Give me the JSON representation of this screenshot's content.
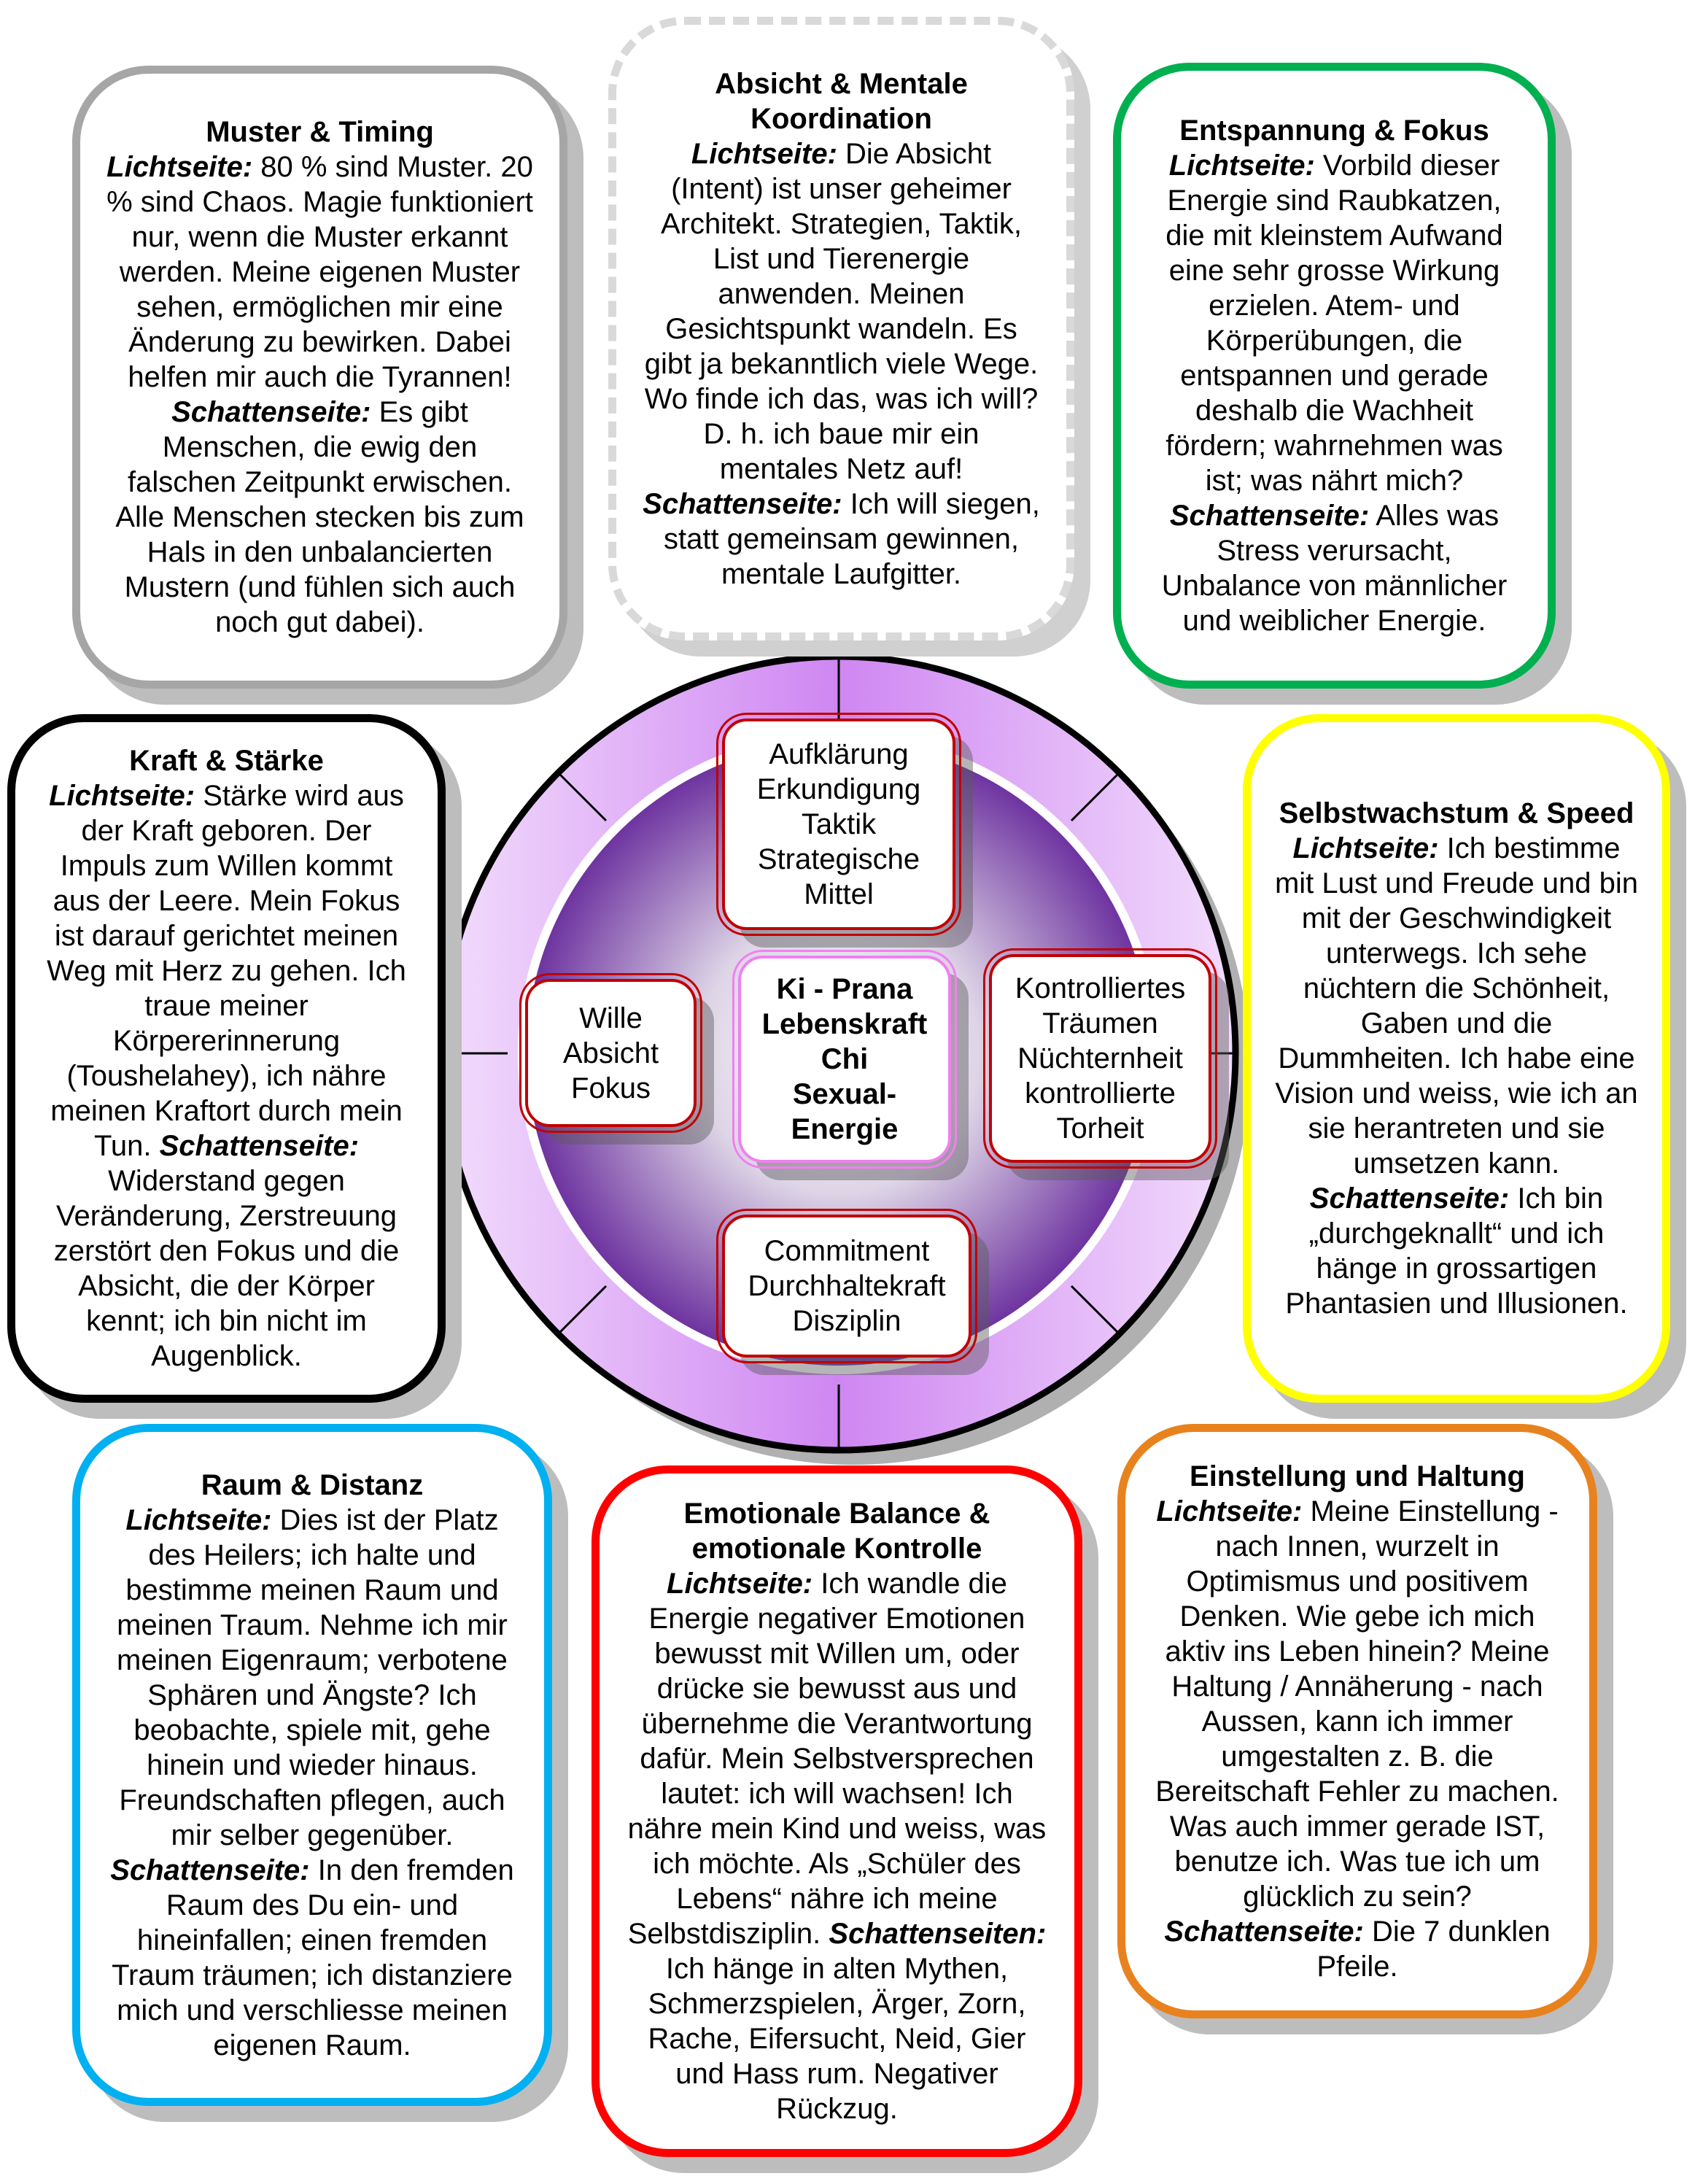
{
  "boxes": {
    "muster": {
      "title": "Muster & Timing",
      "light_label": "Lichtseite:",
      "light_text": " 80 % sind Muster. 20 % sind Chaos. Magie funktioniert nur, wenn die Muster erkannt werden. Meine eigenen Muster sehen, ermöglichen mir eine Änderung zu bewirken. Dabei helfen mir auch die Tyrannen! ",
      "shadow_label": "Schattenseite:",
      "shadow_text": " Es gibt Menschen, die ewig den falschen Zeitpunkt erwischen. Alle Menschen stecken bis zum Hals in den unbalancierten Mustern (und fühlen sich auch noch gut dabei).",
      "color": "#a6a6a6"
    },
    "absicht": {
      "title": "Absicht & Mentale Koordination",
      "light_label": "Lichtseite:",
      "light_text": " Die Absicht (Intent) ist unser geheimer Architekt. Strategien, Taktik, List und Tierenergie anwenden. Meinen Gesichtspunkt wandeln. Es gibt ja bekanntlich viele Wege. Wo finde ich das, was ich will? D. h. ich baue mir ein mentales Netz auf! ",
      "shadow_label": "Schattenseite:",
      "shadow_text": " Ich will siegen, statt gemeinsam gewinnen, mentale Laufgitter.",
      "color": "#d9d9d9"
    },
    "entspannung": {
      "title": "Entspannung & Fokus",
      "light_label": "Lichtseite:",
      "light_text": " Vorbild dieser Energie sind Raubkatzen, die mit kleinstem Aufwand eine sehr grosse Wirkung erzielen. Atem- und Körperübungen, die entspannen und gerade deshalb die Wachheit fördern; wahrnehmen was ist; was nährt mich? ",
      "shadow_label": "Schattenseite:",
      "shadow_text": " Alles was Stress verursacht, Unbalance von männlicher und weiblicher Energie.",
      "color": "#00b050"
    },
    "kraft": {
      "title": "Kraft & Stärke",
      "light_label": "Lichtseite:",
      "light_text": " Stärke wird aus der Kraft geboren. Der Impuls zum Willen kommt aus der Leere. Mein Fokus ist darauf gerichtet meinen Weg mit Herz zu gehen. Ich traue meiner Körpererinnerung (Toushelahey), ich nähre meinen Kraftort durch mein Tun. ",
      "shadow_label": "Schattenseite:",
      "shadow_text": " Widerstand gegen Veränderung, Zerstreuung zerstört den Fokus und die Absicht, die der Körper kennt; ich bin nicht im Augenblick.",
      "color": "#000000"
    },
    "selbst": {
      "title": "Selbstwachstum & Speed",
      "light_label": "Lichtseite:",
      "light_text": " Ich bestimme mit Lust und Freude und bin mit der Geschwindigkeit unterwegs. Ich sehe nüchtern die Schönheit, Gaben und die Dummheiten. Ich habe eine Vision und weiss, wie ich an sie herantreten und sie umsetzen kann. ",
      "shadow_label": "Schattenseite:",
      "shadow_text": " Ich bin „durchgeknallt“ und ich hänge in grossartigen Phantasien und Illusionen.",
      "color": "#ffff00"
    },
    "raum": {
      "title": "Raum & Distanz",
      "light_label": "Lichtseite:",
      "light_text": " Dies ist der Platz des Heilers; ich halte und bestimme meinen Raum und meinen Traum. Nehme ich mir meinen Eigenraum; verbotene Sphären und Ängste? Ich beobachte, spiele mit, gehe hinein und wieder hinaus. Freundschaften pflegen, auch mir selber gegenüber. ",
      "shadow_label": "Schattenseite:",
      "shadow_text": " In den fremden Raum des Du ein- und hineinfallen; einen fremden Traum träumen; ich distanziere mich und verschliesse meinen eigenen Raum.",
      "color": "#00b0f0"
    },
    "emotion": {
      "title": "Emotionale Balance & emotionale Kontrolle",
      "light_label": "Lichtseite:",
      "light_text": " Ich wandle die Energie negativer Emotionen bewusst mit Willen um, oder drücke sie bewusst aus und übernehme die Verantwortung dafür. Mein Selbstversprechen lautet: ich will wachsen! Ich nähre mein Kind und weiss, was ich möchte. Als „Schüler des Lebens“ nähre ich meine Selbstdisziplin. ",
      "shadow_label": "Schattenseiten:",
      "shadow_text": " Ich hänge in alten Mythen, Schmerzspielen, Ärger, Zorn, Rache, Eifersucht, Neid, Gier und Hass rum. Negativer Rückzug.",
      "color": "#ff0000"
    },
    "einstellung": {
      "title": "Einstellung und Haltung",
      "light_label": "Lichtseite:",
      "light_text": " Meine Einstellung - nach Innen, wurzelt in Optimismus und positivem Denken. Wie gebe ich mich aktiv ins Leben hinein? Meine Haltung / Annäherung - nach Aussen, kann ich immer umgestalten z. B. die Bereitschaft Fehler zu machen. Was auch immer gerade IST, benutze ich. Was tue ich um glücklich zu sein? ",
      "shadow_label": "Schattenseite:",
      "shadow_text": " Die 7 dunklen Pfeile.",
      "color": "#e8821e"
    }
  },
  "center": {
    "top": [
      "Aufklärung",
      "Erkundigung",
      "Taktik",
      "Strategische",
      "Mittel"
    ],
    "left": [
      "Wille",
      "Absicht",
      "Fokus"
    ],
    "middle": [
      "Ki - Prana",
      "Lebenskraft",
      "Chi",
      "Sexual-",
      "Energie"
    ],
    "right": [
      "Kontrolliertes",
      "Träumen",
      "Nüchternheit",
      "kontrollierte",
      "Torheit"
    ],
    "bottom": [
      "Commitment",
      "Durchhaltekraft",
      "Disziplin"
    ]
  }
}
